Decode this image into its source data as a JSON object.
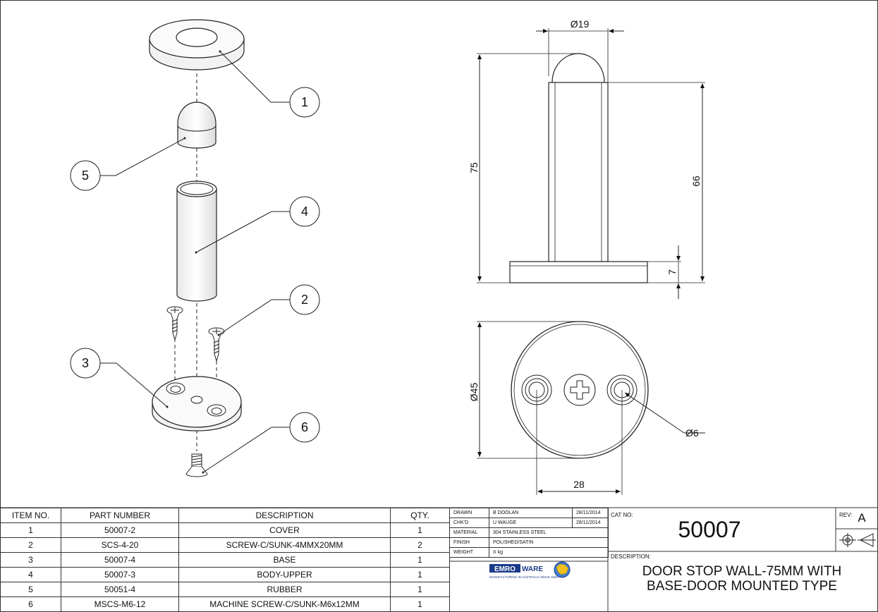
{
  "callouts": [
    {
      "num": "1"
    },
    {
      "num": "5"
    },
    {
      "num": "4"
    },
    {
      "num": "2"
    },
    {
      "num": "3"
    },
    {
      "num": "6"
    }
  ],
  "dimensions": {
    "dia_top": "Ø19",
    "height_total": "75",
    "height_body": "66",
    "height_base": "7",
    "dia_base": "Ø45",
    "dia_hole": "Ø6",
    "hole_spacing": "28"
  },
  "bom": {
    "headers": [
      "ITEM NO.",
      "PART NUMBER",
      "DESCRIPTION",
      "QTY."
    ],
    "rows": [
      [
        "1",
        "50007-2",
        "COVER",
        "1"
      ],
      [
        "2",
        "SCS-4-20",
        "SCREW-C/SUNK-4MMX20MM",
        "2"
      ],
      [
        "3",
        "50007-4",
        "BASE",
        "1"
      ],
      [
        "4",
        "50007-3",
        "BODY-UPPER",
        "1"
      ],
      [
        "5",
        "50051-4",
        "RUBBER",
        "1"
      ],
      [
        "6",
        "MSCS-M6-12",
        "MACHINE SCREW-C/SUNK-M6x12MM",
        "1"
      ]
    ]
  },
  "title_block": {
    "rows": [
      {
        "label": "DRAWN",
        "value": "B DOOLAN",
        "date": "28/11/2014"
      },
      {
        "label": "CHK'D",
        "value": "U WAUGE",
        "date": "28/11/2014"
      },
      {
        "label": "MATERIAL",
        "value": "304 STAINLESS STEEL",
        "date": ""
      },
      {
        "label": "FINISH",
        "value": "POLISHED/SATIN",
        "date": ""
      },
      {
        "label": "WEIGHT",
        "value": "X kg",
        "date": ""
      }
    ],
    "logo_text_1": "EMRO",
    "logo_text_2": "WARE",
    "logo_tagline": "MANUFACTURING IN AUSTRALIA SINCE 1926",
    "cat_no_label": "CAT NO:",
    "cat_no": "50007",
    "rev_label": "REV:",
    "rev": "A",
    "description_label": "DESCRIPTION:",
    "description_line1": "DOOR STOP WALL-75MM WITH",
    "description_line2": "BASE-DOOR MOUNTED TYPE"
  }
}
